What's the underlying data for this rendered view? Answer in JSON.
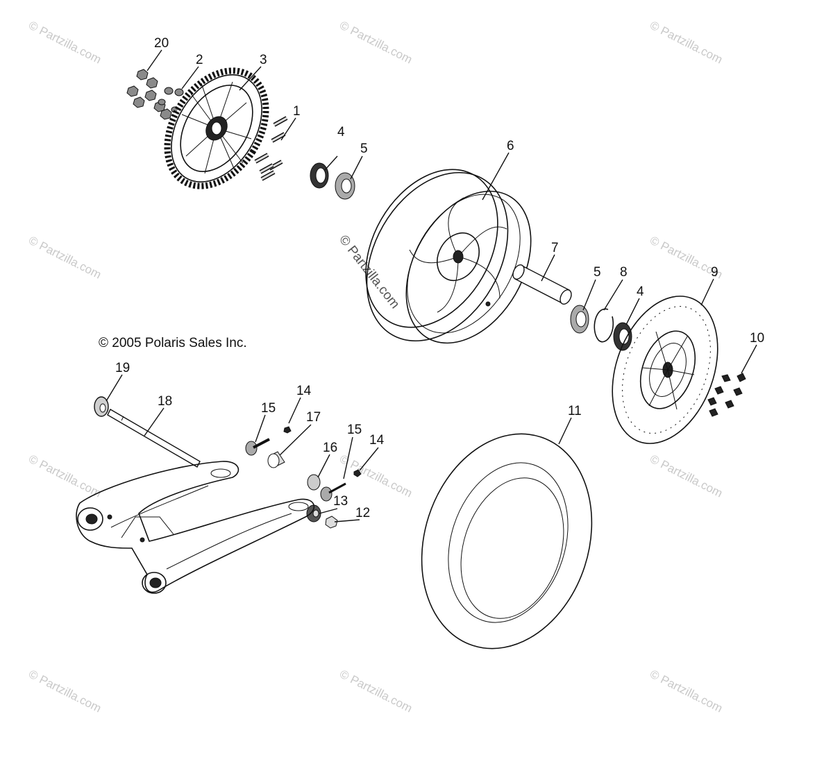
{
  "copyright": "© 2005 Polaris Sales Inc.",
  "watermarks": {
    "corner_text": "© Partzilla.com",
    "center_text": "© Partzilla.com"
  },
  "callouts": {
    "c1": "1",
    "c2": "2",
    "c3": "3",
    "c4a": "4",
    "c4b": "4",
    "c5a": "5",
    "c5b": "5",
    "c6": "6",
    "c7": "7",
    "c8": "8",
    "c9": "9",
    "c10": "10",
    "c11": "11",
    "c12": "12",
    "c13": "13",
    "c14a": "14",
    "c14b": "14",
    "c15a": "15",
    "c15b": "15",
    "c16": "16",
    "c17": "17",
    "c18": "18",
    "c19": "19",
    "c20": "20"
  }
}
